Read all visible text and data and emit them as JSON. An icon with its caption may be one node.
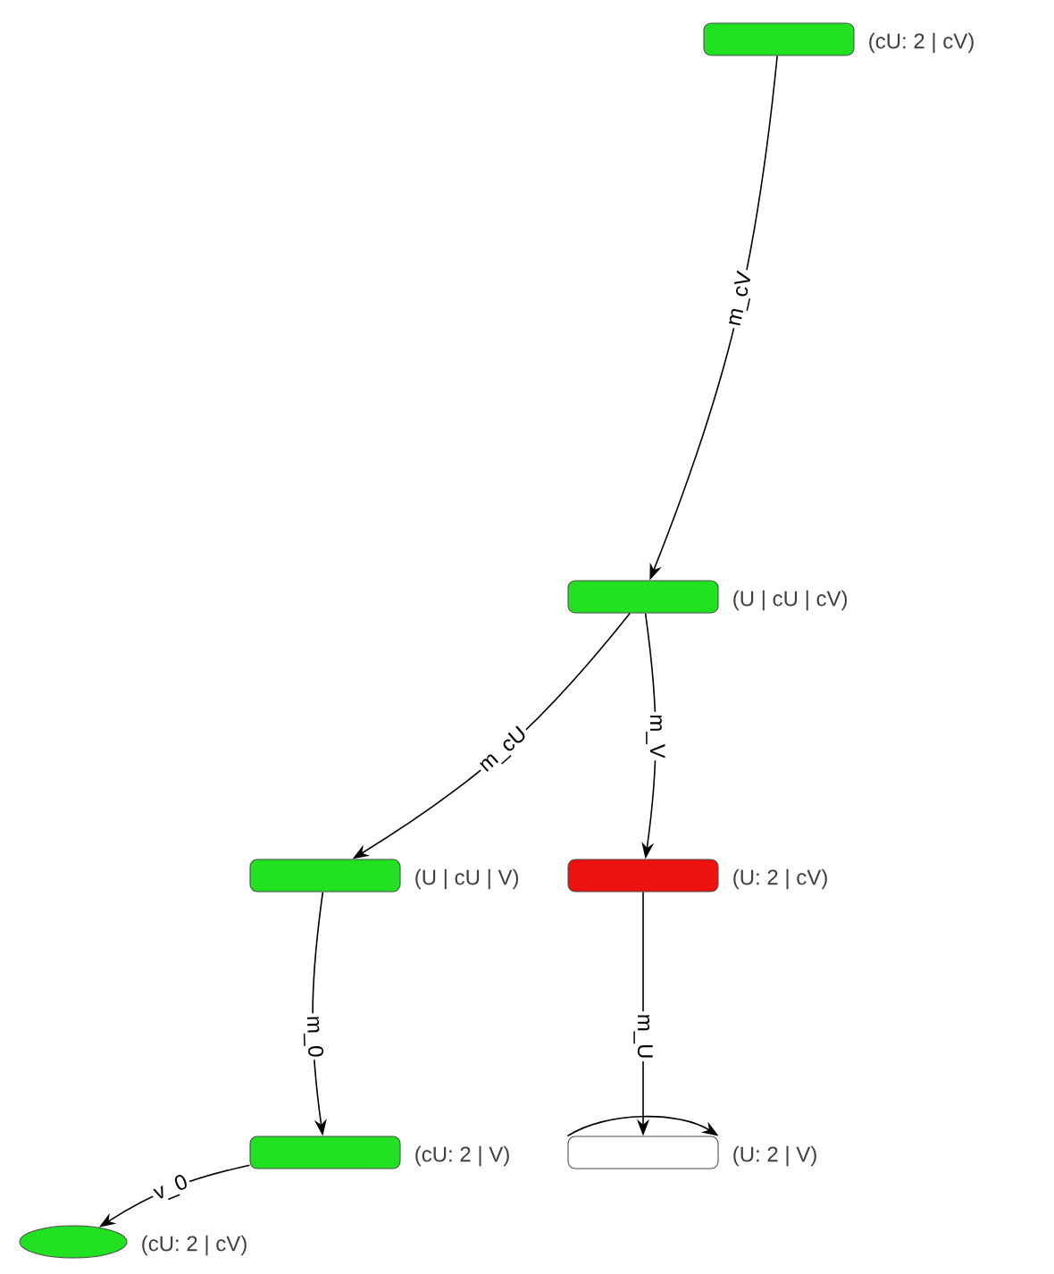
{
  "diagram": {
    "nodes": [
      {
        "text": [],
        "shape": "box",
        "beside": [
          "(cU: 2 | cV)"
        ]
      },
      {
        "text": [],
        "shape": "box",
        "beside": [
          "(U | cU | cV)"
        ]
      },
      {
        "text": [],
        "shape": "box",
        "beside": [
          "(U | cU | V)"
        ]
      },
      {
        "text": [],
        "shape": "box",
        "beside": [
          "(U: 2 | cV)"
        ]
      },
      {
        "text": [],
        "shape": "box",
        "beside": [
          "(cU: 2 | V)"
        ]
      },
      {
        "text": [],
        "shape": "box",
        "beside": [
          "(U: 2 | V)"
        ]
      },
      {
        "text": [],
        "shape": "ellipse",
        "beside": [
          "(cU: 2 | cV)"
        ]
      }
    ],
    "edges": [
      {
        "from": 0,
        "to": 1,
        "arrow": "to",
        "label": "m_cV"
      },
      {
        "from": 1,
        "to": 2,
        "arrow": "to",
        "label": "m_cU"
      },
      {
        "from": 1,
        "to": 3,
        "arrow": "to",
        "label": "m_V"
      },
      {
        "from": 2,
        "to": 4,
        "arrow": "to",
        "label": "m_0"
      },
      {
        "from": 3,
        "to": 5,
        "arrow": "to",
        "label": "m_U"
      },
      {
        "from": 5,
        "to": 5,
        "arrow": "to"
      },
      {
        "from": 4,
        "to": 6,
        "arrow": "to",
        "label": "v_0"
      }
    ]
  }
}
